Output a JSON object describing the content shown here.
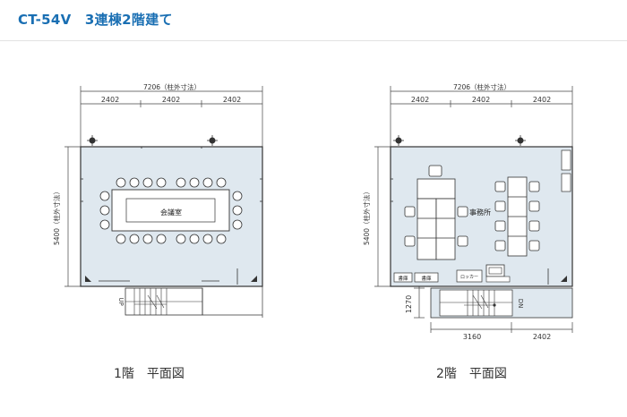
{
  "page": {
    "title": "CT-54V　3連棟2階建て"
  },
  "colors": {
    "title": "#1a6fb3",
    "floor_fill": "#dfe8ef",
    "line": "#333333"
  },
  "floor1": {
    "caption": "1階　平面図",
    "dim_total": "7206（柱外寸法）",
    "dim_bays": [
      "2402",
      "2402",
      "2402"
    ],
    "dim_depth": "5400（柱外寸法）",
    "room_label": "会議室",
    "stair_label": "UP"
  },
  "floor2": {
    "caption": "2階　平面図",
    "dim_total": "7206（柱外寸法）",
    "dim_bays": [
      "2402",
      "2402",
      "2402"
    ],
    "dim_depth": "5400（柱外寸法）",
    "room_label": "事務所",
    "stair_label": "DN",
    "dim_stair_depth": "1270",
    "dim_bottom": [
      "3160",
      "2402"
    ],
    "locker_label": "ロッカー",
    "shelf_labels": [
      "書庫",
      "書庫"
    ]
  }
}
